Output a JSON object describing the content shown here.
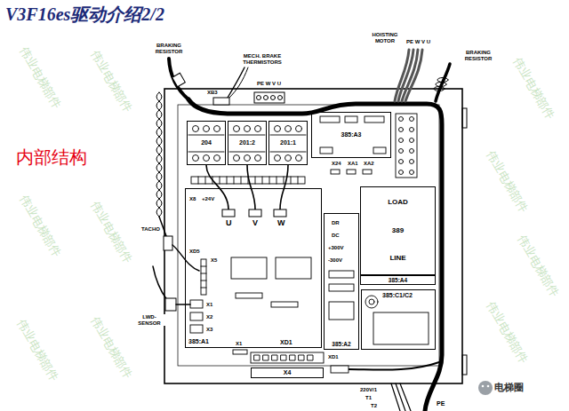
{
  "diagram": {
    "title": "V3F16es驱动介绍2/2",
    "nodes": [
      {
        "text": [
          "204"
        ]
      },
      {
        "text": [
          "201:2"
        ]
      },
      {
        "text": [
          "201:1"
        ]
      },
      {
        "text": [
          "385:A3"
        ]
      },
      {
        "text": [
          "LOAD",
          "389",
          "LINE"
        ]
      },
      {
        "text": [
          "385:A4"
        ]
      },
      {
        "text": [
          "385:A1"
        ]
      },
      {
        "text": [
          "385:A2"
        ]
      },
      {
        "text": [
          "385:C1/C2"
        ]
      },
      {
        "text": [
          "X4"
        ]
      }
    ],
    "labels": [
      "内部结构",
      "BRAKING RESISTOR",
      "MECH. BRAKE THERMISTORS",
      "HOISTING MOTOR",
      "PE W V U",
      "BRAKING RESISTOR",
      "XB3",
      "PE W V U",
      "X24",
      "XA1",
      "XA2",
      "X8",
      "+24V",
      "U",
      "V",
      "W",
      "DR",
      "DC",
      "+300V",
      "-300V",
      "TACHO",
      "XD5",
      "X5",
      "X1",
      "X2",
      "X3",
      "LWD- SENSOR",
      "X1",
      "XD1",
      "XD1",
      "220V/1",
      "T1",
      "T2",
      "PE",
      "电梯圈",
      "伟业电梯部件",
      "伟业电梯部件",
      "伟业电梯部件",
      "伟业电梯部件",
      "伟业电梯部件",
      "伟业电梯部件",
      "伟业电梯部件",
      "伟业电梯部件",
      "伟业电梯部件",
      "伟业电梯部件"
    ]
  }
}
